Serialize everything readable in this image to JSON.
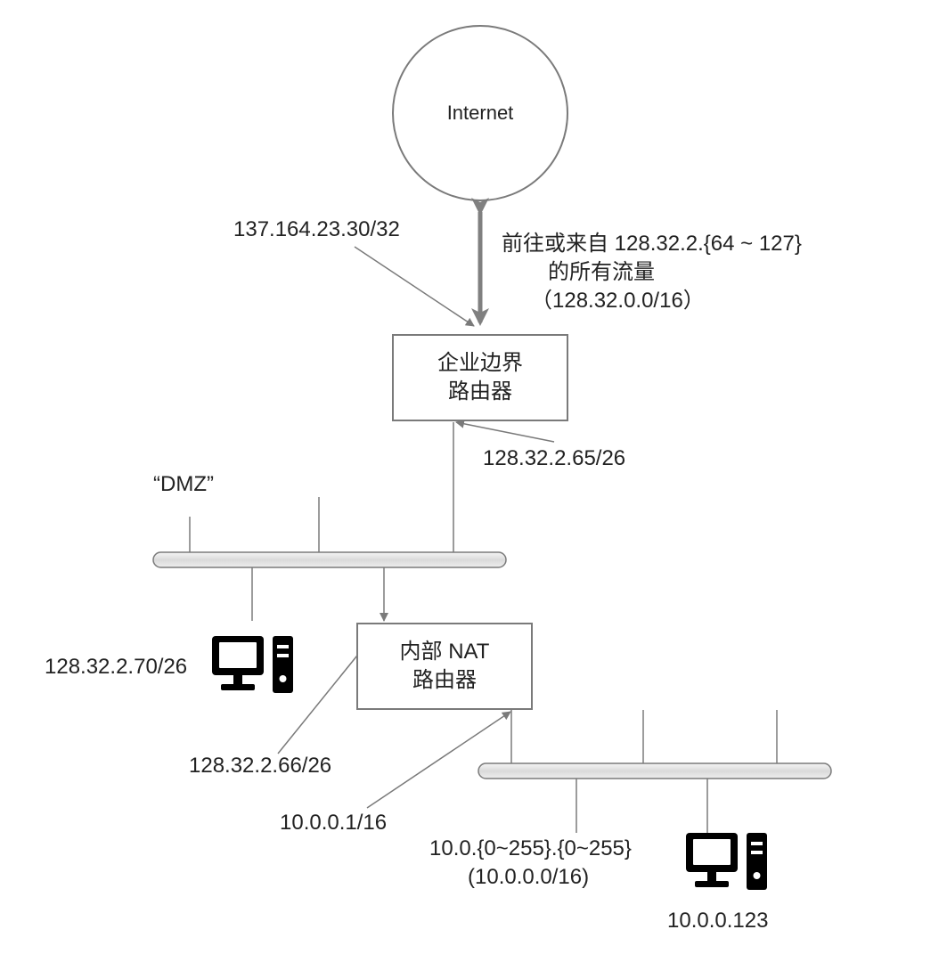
{
  "internet": {
    "label": "Internet"
  },
  "edge_router": {
    "line1": "企业边界",
    "line2": "路由器"
  },
  "nat_router": {
    "line1": "内部 NAT",
    "line2": "路由器"
  },
  "labels": {
    "public_ip": "137.164.23.30/32",
    "traffic_line1": "前往或来自 128.32.2.{64 ~ 127}",
    "traffic_line2": "的所有流量",
    "traffic_line3": "（128.32.0.0/16）",
    "edge_inner_ip": "128.32.2.65/26",
    "dmz": "“DMZ”",
    "dmz_host_ip": "128.32.2.70/26",
    "nat_outer_ip": "128.32.2.66/26",
    "nat_inner_ip": "10.0.0.1/16",
    "private_range_line1": "10.0.{0~255}.{0~255}",
    "private_range_line2": "(10.0.0.0/16)",
    "private_host_ip": "10.0.0.123"
  },
  "icons": {
    "dmz_host": "desktop-computer-icon",
    "private_host": "desktop-computer-icon"
  },
  "colors": {
    "line": "#7a7a7a",
    "bus_fill": "#e2e2e2",
    "thick_arrow": "#808080",
    "icon": "#000000"
  }
}
